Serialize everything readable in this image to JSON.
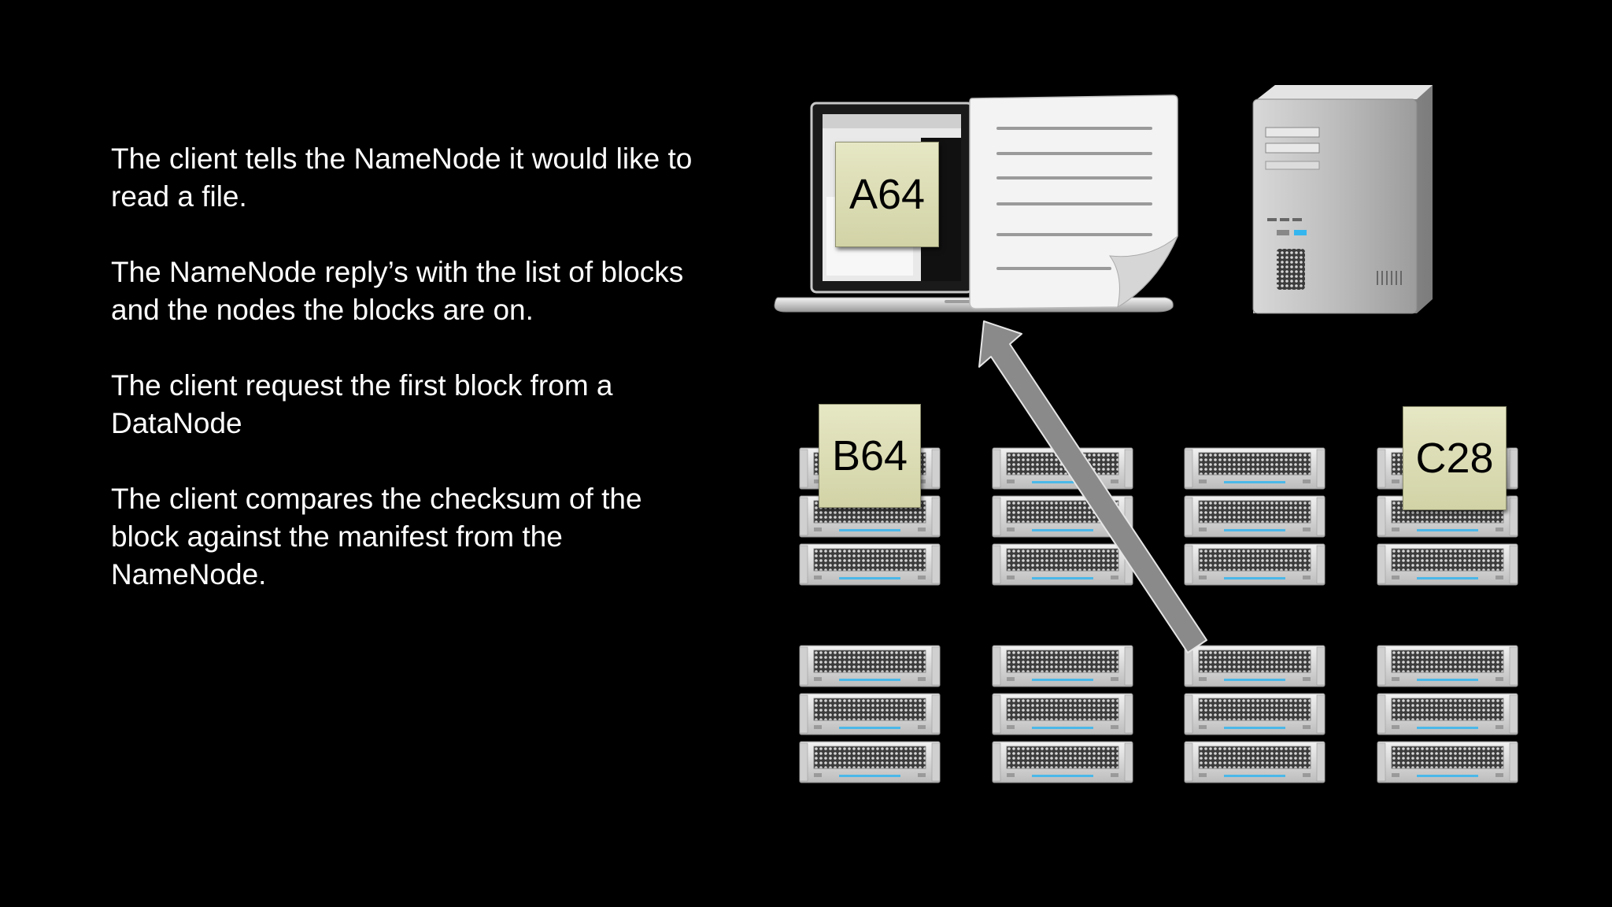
{
  "steps": [
    "The client tells the NameNode it would like to read a file.",
    "The NameNode reply’s with the list of blocks and the nodes the blocks are on.",
    "The client request the first block from a DataNode",
    "The client compares the checksum of the block against the manifest from the NameNode."
  ],
  "blocks": {
    "client_block": "A64",
    "datanode_block_left": "B64",
    "datanode_block_right": "C28"
  },
  "icons": {
    "client": "laptop-icon",
    "file": "document-icon",
    "namenode": "tower-server-icon",
    "datanodes": "rack-server-icon",
    "transfer": "arrow-icon"
  },
  "colors": {
    "background": "#000000",
    "text": "#ffffff",
    "label": "#dfe0b8",
    "arrow": "#8a8a8a"
  }
}
